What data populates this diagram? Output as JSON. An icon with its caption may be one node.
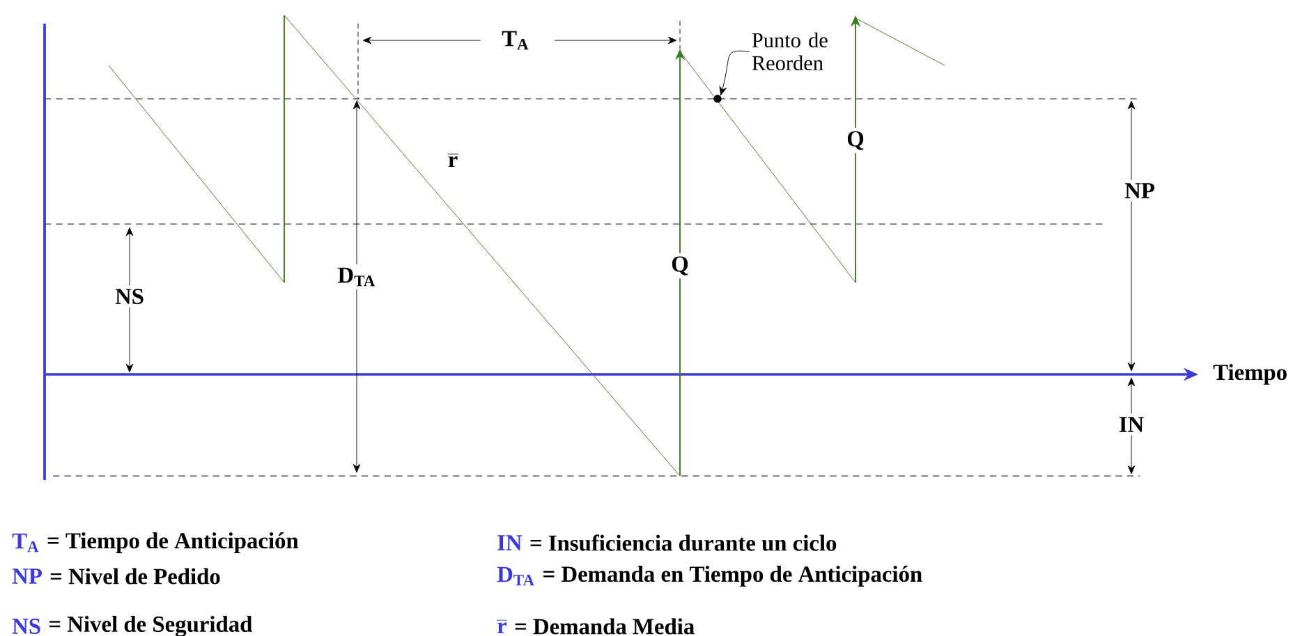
{
  "diagram": {
    "nodes": [
      {
        "text": [
          "Punto de Reorden"
        ]
      },
      {
        "text": [],
        "shape": "circle"
      }
    ],
    "edges": [
      {
        "from": 0,
        "to": 1,
        "arrow": "to"
      }
    ],
    "labels": [
      "T$_{A}$",
      "Q",
      "r",
      "NP",
      "Q",
      "D$_{TA}$",
      "NS",
      "Tiempo",
      "IN",
      "T$_{A}$",
      "= Tiempo de Anticipación",
      "IN",
      "= Insuficiencia durante un ciclo",
      "NP",
      "= Nivel de Pedido",
      "D$_{TA}$",
      "= Demanda en Tiempo de Anticipación",
      "NS",
      "= Nivel de Seguridad",
      "r",
      "= Demanda Media"
    ]
  }
}
